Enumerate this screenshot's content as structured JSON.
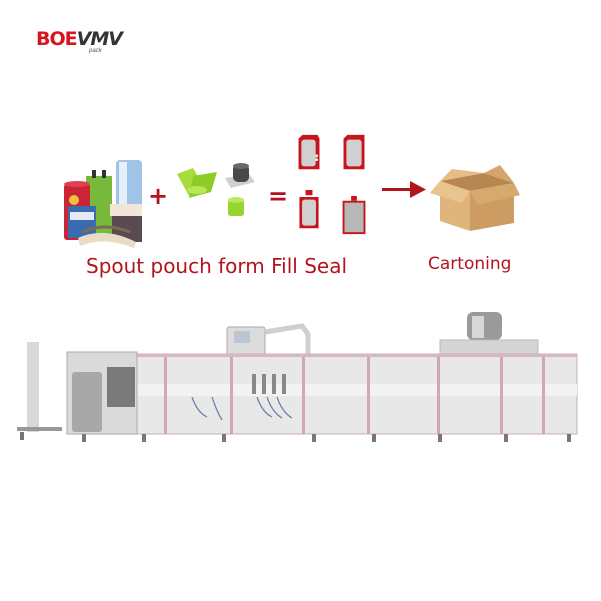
{
  "logo": {
    "brand_red": "BOE",
    "brand_dark": "VMV",
    "sub": "pack",
    "colors": {
      "red": "#d7141f",
      "dark": "#333333"
    }
  },
  "flow": {
    "operators": {
      "plus": "+",
      "equals": "="
    },
    "items": [
      {
        "name": "film-rolls",
        "icon": "film-rolls-image"
      },
      {
        "name": "spouts-caps",
        "icon": "spout-cap-image"
      },
      {
        "name": "spout-pouches",
        "icon": "pouch-image"
      },
      {
        "name": "carton-box",
        "icon": "box-image"
      }
    ],
    "arrow_icon": "right-arrow"
  },
  "captions": {
    "main": "Spout pouch form Fill Seal",
    "cartoning": "Cartoning",
    "color": "#b3141c"
  },
  "machine": {
    "icon": "spout-pouch-machine-image"
  }
}
